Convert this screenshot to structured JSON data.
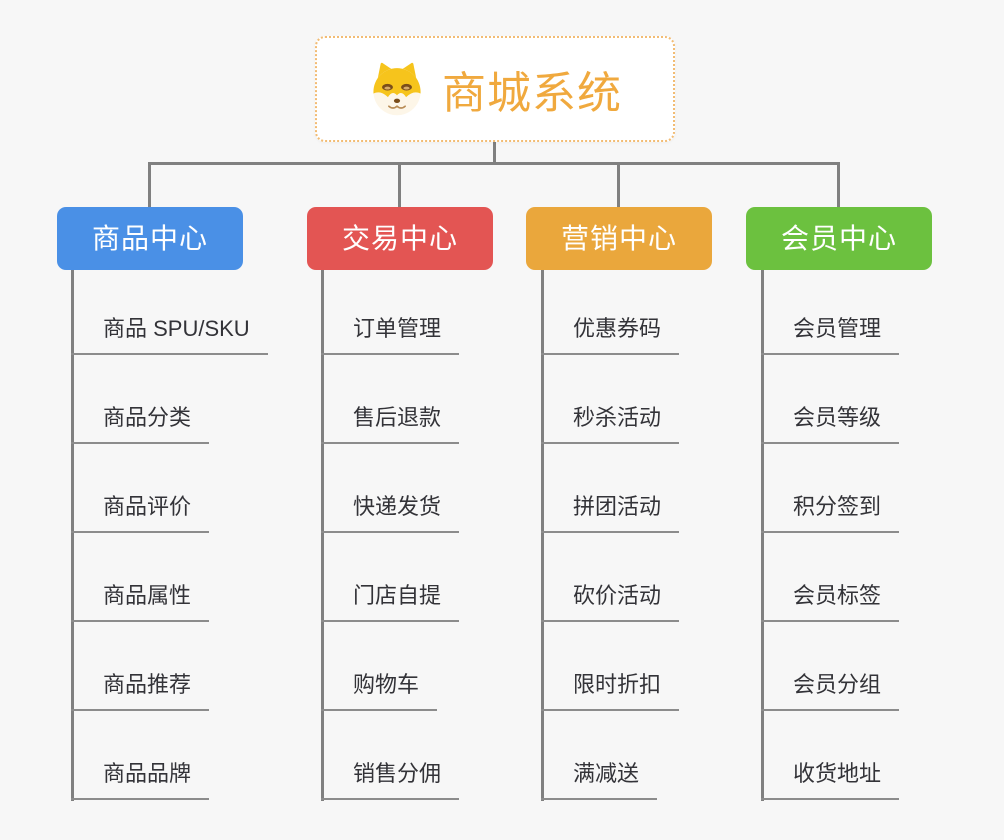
{
  "root": {
    "title": "商城系统",
    "title_color": "#f0a93e",
    "border_color": "#f2bc74",
    "icon": "doge-icon"
  },
  "branches": [
    {
      "label": "商品中心",
      "color": "#4a90e6",
      "children": [
        "商品 SPU/SKU",
        "商品分类",
        "商品评价",
        "商品属性",
        "商品推荐",
        "商品品牌"
      ]
    },
    {
      "label": "交易中心",
      "color": "#e35553",
      "children": [
        "订单管理",
        "售后退款",
        "快递发货",
        "门店自提",
        "购物车",
        "销售分佣"
      ]
    },
    {
      "label": "营销中心",
      "color": "#eaa73c",
      "children": [
        "优惠券码",
        "秒杀活动",
        "拼团活动",
        "砍价活动",
        "限时折扣",
        "满减送"
      ]
    },
    {
      "label": "会员中心",
      "color": "#6cc13f",
      "children": [
        "会员管理",
        "会员等级",
        "积分签到",
        "会员标签",
        "会员分组",
        "收货地址"
      ]
    }
  ],
  "style": {
    "connector_color": "#808080",
    "underline_color": "#8c8c8c",
    "leaf_text_color": "#333338",
    "canvas_background": "#f7f7f7"
  }
}
